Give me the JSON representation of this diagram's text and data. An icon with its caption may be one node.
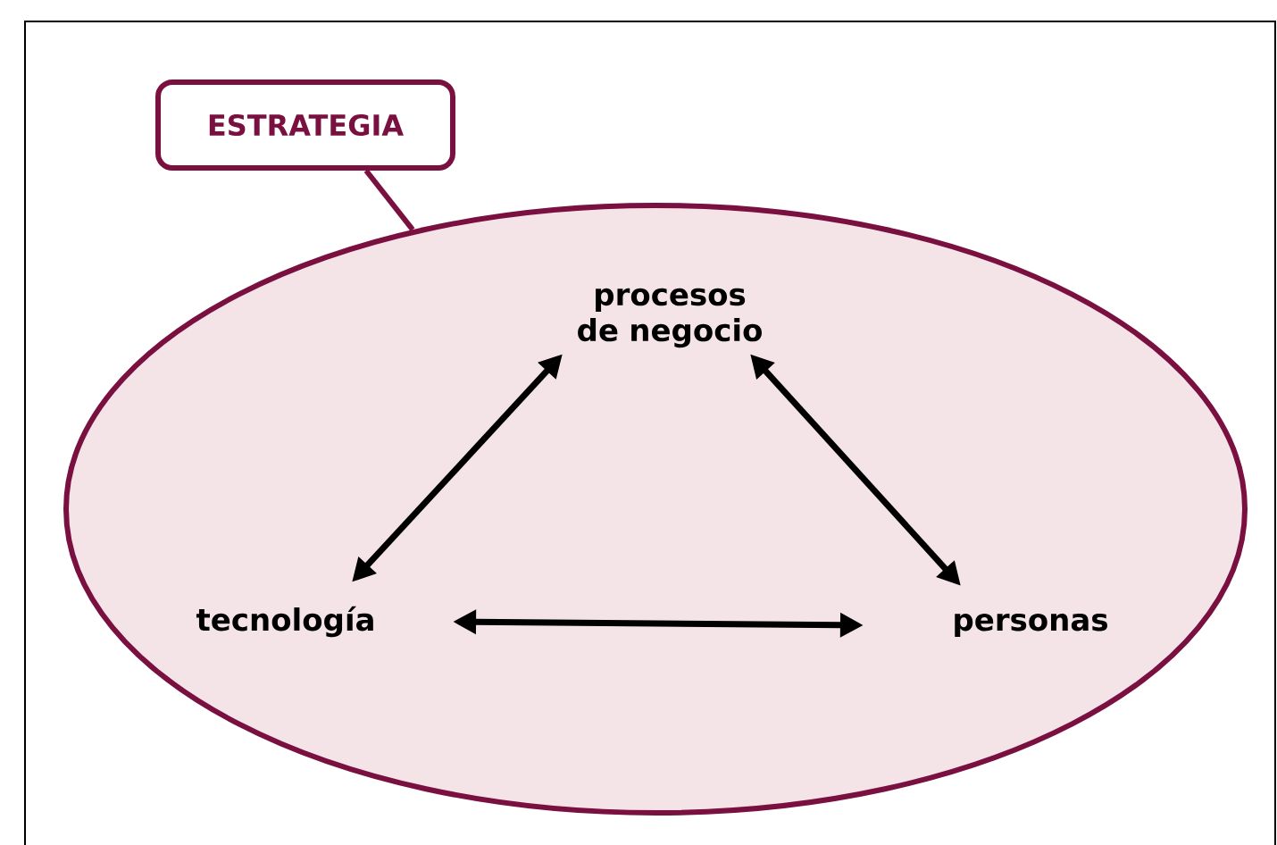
{
  "diagram": {
    "nodes": [
      {
        "text": [
          "ESTRATEGIA"
        ]
      },
      {
        "text": [],
        "shape": "ellipse"
      },
      {
        "text": [
          "procesos de negocio"
        ],
        "in": 1
      },
      {
        "text": [
          "tecnología"
        ],
        "in": 1
      },
      {
        "text": [
          "personas"
        ],
        "in": 1
      }
    ],
    "edges": [
      {
        "from": 0,
        "to": 1,
        "arrow": "none",
        "color": "#7a1040"
      },
      {
        "from": 3,
        "to": 2,
        "arrow": "both"
      },
      {
        "from": 2,
        "to": 4,
        "arrow": "both"
      },
      {
        "from": 3,
        "to": 4,
        "arrow": "both"
      }
    ]
  }
}
